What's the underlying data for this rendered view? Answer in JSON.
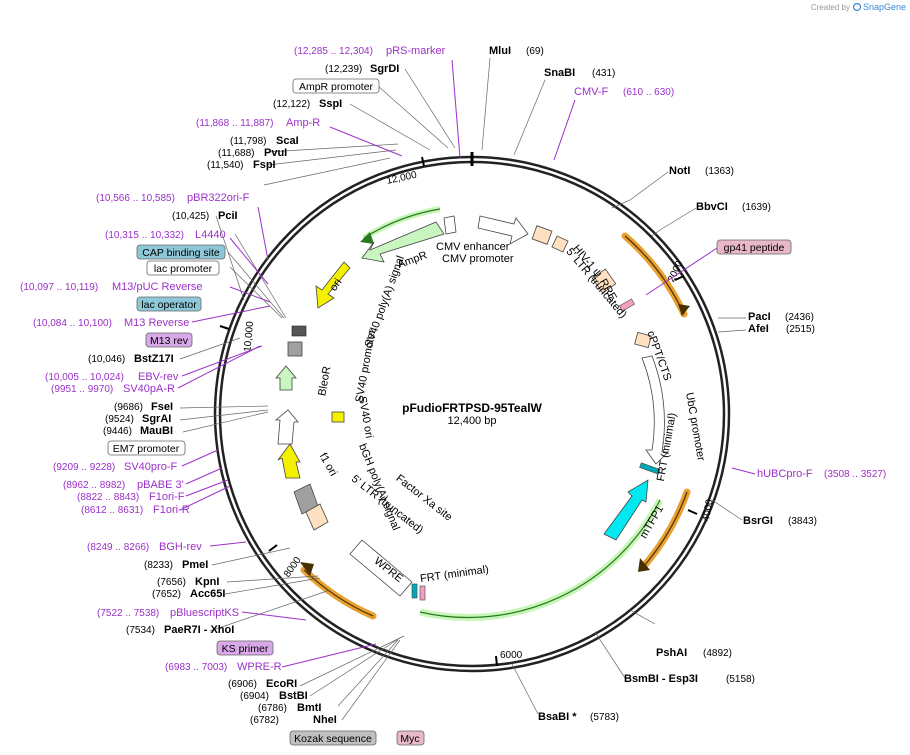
{
  "header": {
    "created_by": "Created by",
    "brand": "SnapGene"
  },
  "plasmid": {
    "name": "pFudioFRTPSD-95TealW",
    "size_label": "12,400 bp"
  },
  "colors": {
    "backbone": "#222222",
    "primer": "#9b30c8",
    "promoter_fill": "#ffffff",
    "marker_fill": "#c8f5c0",
    "origin_fill": "#f5f000",
    "misc_fill": "#ffe0c0",
    "cds_fill": "#00e8f0",
    "orange_arc": "#e8a030",
    "green_arc": "#7ed050"
  },
  "ticks": [
    "2000",
    "4000",
    "6000",
    "8000",
    "10,000",
    "12,000"
  ],
  "sites": [
    {
      "name": "MluI",
      "pos": "(69)"
    },
    {
      "name": "SnaBI",
      "pos": "(431)"
    },
    {
      "name": "NotI",
      "pos": "(1363)"
    },
    {
      "name": "BbvCI",
      "pos": "(1639)"
    },
    {
      "name": "PacI",
      "pos": "(2436)"
    },
    {
      "name": "AfeI",
      "pos": "(2515)"
    },
    {
      "name": "BsrGI",
      "pos": "(3843)"
    },
    {
      "name": "PshAI",
      "pos": "(4892)"
    },
    {
      "name": "BsmBI - Esp3I",
      "pos": "(5158)"
    },
    {
      "name": "BsaBI *",
      "pos": "(5783)"
    },
    {
      "name": "NheI",
      "pos": "(6782)"
    },
    {
      "name": "BmtI",
      "pos": "(6786)"
    },
    {
      "name": "BstBI",
      "pos": "(6904)"
    },
    {
      "name": "EcoRI",
      "pos": "(6906)"
    },
    {
      "name": "PaeR7I - XhoI",
      "pos": "(7534)"
    },
    {
      "name": "Acc65I",
      "pos": "(7652)"
    },
    {
      "name": "KpnI",
      "pos": "(7656)"
    },
    {
      "name": "PmeI",
      "pos": "(8233)"
    },
    {
      "name": "MauBI",
      "pos": "(9446)"
    },
    {
      "name": "SgrAI",
      "pos": "(9524)"
    },
    {
      "name": "FseI",
      "pos": "(9686)"
    },
    {
      "name": "BstZ17I",
      "pos": "(10,046)"
    },
    {
      "name": "PciI",
      "pos": "(10,425)"
    },
    {
      "name": "FspI",
      "pos": "(11,540)"
    },
    {
      "name": "PvuI",
      "pos": "(11,688)"
    },
    {
      "name": "ScaI",
      "pos": "(11,798)"
    },
    {
      "name": "SspI",
      "pos": "(12,122)"
    },
    {
      "name": "SgrDI",
      "pos": "(12,239)"
    }
  ],
  "primers": [
    {
      "name": "pRS-marker",
      "range": "(12,285 .. 12,304)"
    },
    {
      "name": "CMV-F",
      "range": "(610 .. 630)"
    },
    {
      "name": "Amp-R",
      "range": "(11,868 .. 11,887)"
    },
    {
      "name": "pBR322ori-F",
      "range": "(10,566 .. 10,585)"
    },
    {
      "name": "L4440",
      "range": "(10,315 .. 10,332)"
    },
    {
      "name": "M13/pUC Reverse",
      "range": "(10,097 .. 10,119)"
    },
    {
      "name": "M13 Reverse",
      "range": "(10,084 .. 10,100)"
    },
    {
      "name": "EBV-rev",
      "range": "(10,005 .. 10,024)"
    },
    {
      "name": "SV40pA-R",
      "range": "(9951 .. 9970)"
    },
    {
      "name": "SV40pro-F",
      "range": "(9209 .. 9228)"
    },
    {
      "name": "pBABE 3'",
      "range": "(8962 .. 8982)"
    },
    {
      "name": "F1ori-F",
      "range": "(8822 .. 8843)"
    },
    {
      "name": "F1ori-R",
      "range": "(8612 .. 8631)"
    },
    {
      "name": "BGH-rev",
      "range": "(8249 .. 8266)"
    },
    {
      "name": "pBluescriptKS",
      "range": "(7522 .. 7538)"
    },
    {
      "name": "WPRE-R",
      "range": "(6983 .. 7003)"
    },
    {
      "name": "hUBCpro-F",
      "range": "(3508 .. 3527)"
    }
  ],
  "boxed_labels": [
    {
      "name": "AmpR promoter"
    },
    {
      "name": "CAP binding site"
    },
    {
      "name": "lac promoter"
    },
    {
      "name": "lac operator"
    },
    {
      "name": "M13 rev"
    },
    {
      "name": "EM7 promoter"
    },
    {
      "name": "KS primer"
    },
    {
      "name": "Kozak sequence"
    },
    {
      "name": "Myc"
    },
    {
      "name": "gp41 peptide"
    }
  ],
  "features": {
    "ampr": "AmpR",
    "ori": "ori",
    "sv40_polya": "SV40 poly(A) signal",
    "bleor": "BleoR",
    "sv40_promoter": "SV40 promoter",
    "sv40_ori": "SV40 ori",
    "bgh_polya": "bGH poly(A) signal",
    "f1_ori": "f1 ori",
    "ltr3": "5' LTR (truncated)",
    "factor_xa": "Factor Xa site",
    "wpre": "WPRE",
    "frt_bottom": "FRT (minimal)",
    "frt_right": "FRT (minimal)",
    "mtfp1": "mTFP1",
    "ubc": "UbC promoter",
    "cppt": "cPPT/CTS",
    "rre": "RRE",
    "hiv_psi": "HIV-1 ψ",
    "ltr5": "5' LTR (truncated)",
    "cmv_enh": "CMV enhancer",
    "cmv_pro": "CMV promoter"
  }
}
